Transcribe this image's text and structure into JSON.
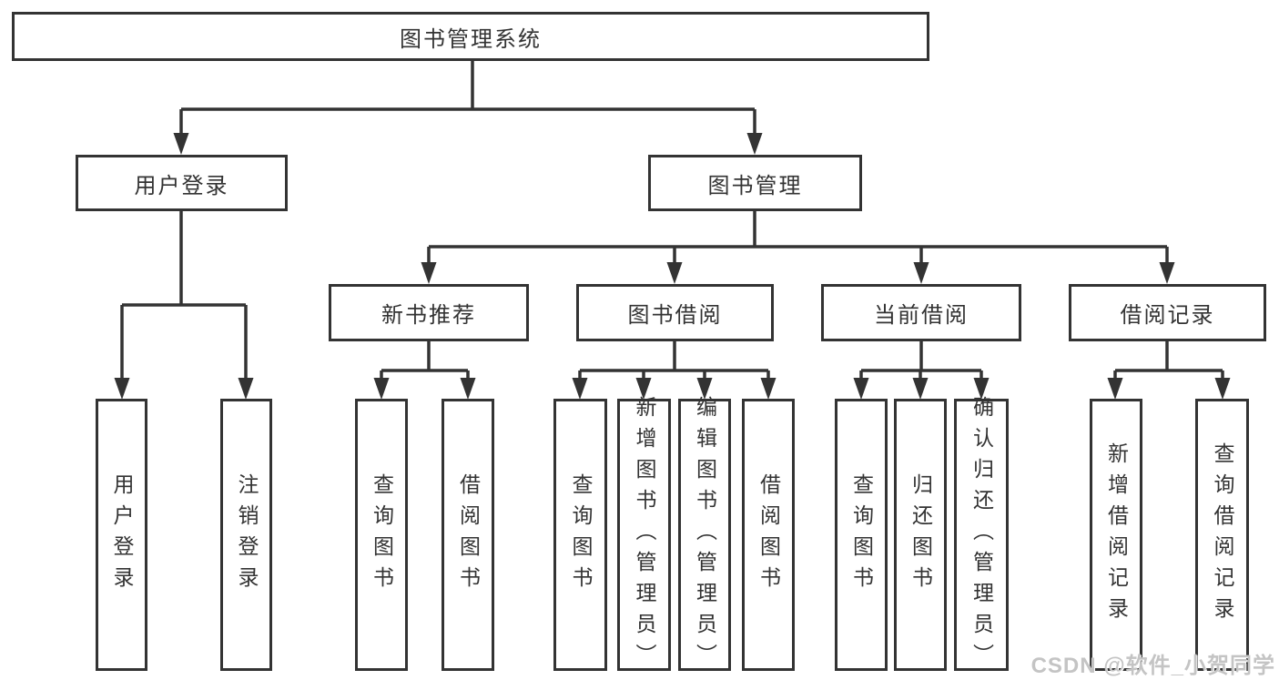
{
  "diagram": {
    "title": "图书管理系统",
    "branches": {
      "login": {
        "label": "用户登录",
        "children": [
          "用户登录",
          "注销登录"
        ]
      },
      "management": {
        "label": "图书管理",
        "sections": [
          {
            "label": "新书推荐",
            "children": [
              "查询图书",
              "借阅图书"
            ]
          },
          {
            "label": "图书借阅",
            "children": [
              "查询图书",
              "新增图书（管理员）",
              "编辑图书（管理员）",
              "借阅图书"
            ]
          },
          {
            "label": "当前借阅",
            "children": [
              "查询图书",
              "归还图书",
              "确认归还（管理员）"
            ]
          },
          {
            "label": "借阅记录",
            "children": [
              "新增借阅记录",
              "查询借阅记录"
            ]
          }
        ]
      }
    }
  },
  "watermark": {
    "text": "CSDN @软件_小贺同学"
  },
  "colors": {
    "line": "#333333",
    "box_border": "#333333",
    "text": "#333333",
    "watermark": "#c4c4c4",
    "background": "#ffffff"
  }
}
